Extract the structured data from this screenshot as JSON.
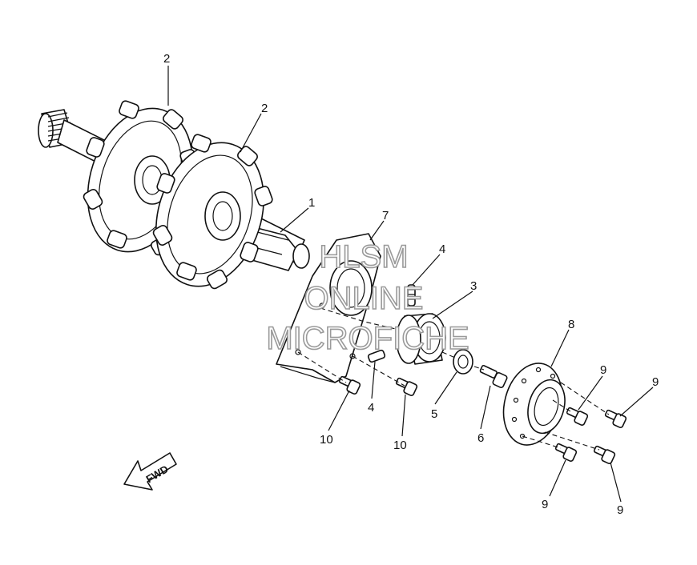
{
  "watermark": {
    "line1": "HLSM",
    "line2": "ONLINE",
    "line3": "MICROFICHE"
  },
  "fwd_label": "FWD",
  "callouts": [
    {
      "id": "c-2a",
      "text": "2"
    },
    {
      "id": "c-2b",
      "text": "2"
    },
    {
      "id": "c-1",
      "text": "1"
    },
    {
      "id": "c-7",
      "text": "7"
    },
    {
      "id": "c-4a",
      "text": "4"
    },
    {
      "id": "c-3",
      "text": "3"
    },
    {
      "id": "c-8",
      "text": "8"
    },
    {
      "id": "c-9a",
      "text": "9"
    },
    {
      "id": "c-9b",
      "text": "9"
    },
    {
      "id": "c-5",
      "text": "5"
    },
    {
      "id": "c-6",
      "text": "6"
    },
    {
      "id": "c-4b",
      "text": "4"
    },
    {
      "id": "c-10a",
      "text": "10"
    },
    {
      "id": "c-10b",
      "text": "10"
    },
    {
      "id": "c-9c",
      "text": "9"
    },
    {
      "id": "c-9d",
      "text": "9"
    }
  ]
}
